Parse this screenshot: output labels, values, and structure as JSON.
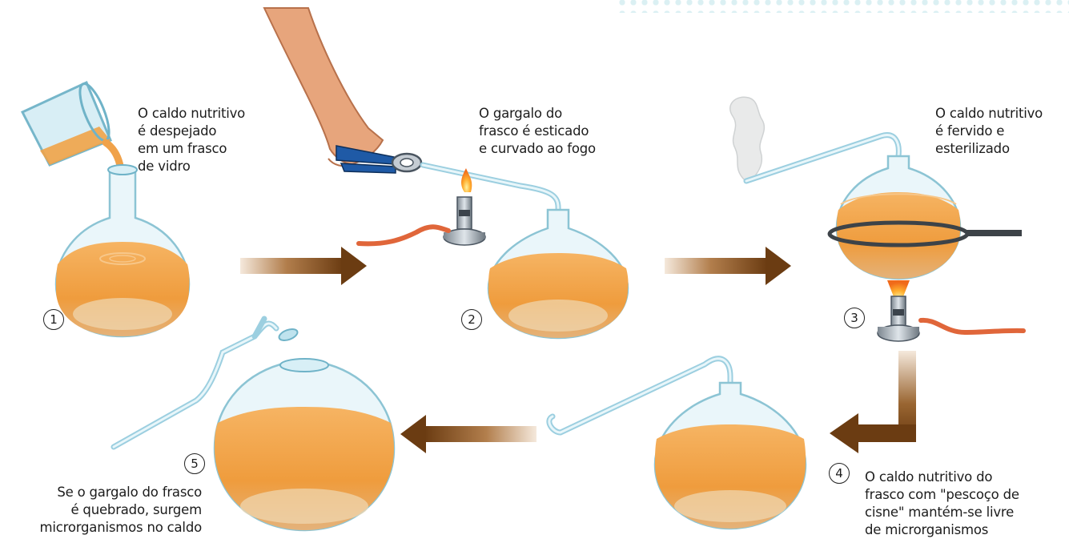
{
  "steps": [
    {
      "number": "1",
      "caption": [
        "O caldo nutritivo",
        "é despejado",
        "em um frasco",
        "de vidro"
      ]
    },
    {
      "number": "2",
      "caption": [
        "O gargalo do",
        "frasco é esticado",
        "e curvado ao fogo"
      ]
    },
    {
      "number": "3",
      "caption": [
        "O caldo nutritivo",
        "é fervido e",
        "esterilizado"
      ]
    },
    {
      "number": "4",
      "caption": [
        "O caldo nutritivo do",
        "frasco com \"pescoço de",
        "cisne\" mantém-se livre",
        "de microrganismos"
      ]
    },
    {
      "number": "5",
      "caption": [
        "Se o gargalo do frasco",
        "é quebrado, surgem",
        "microrganismos no caldo"
      ]
    }
  ],
  "colors": {
    "broth": "#f1a348",
    "glass": "#bfe3ee",
    "glass_edge": "#6fb3c8",
    "arrow": "#7a4a1c",
    "flame": "#f07a1e",
    "hose": "#e0663a"
  }
}
